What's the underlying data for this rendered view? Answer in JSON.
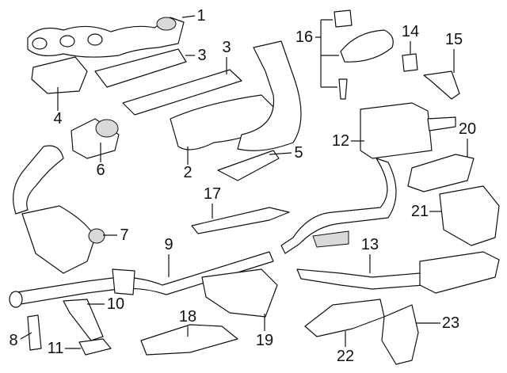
{
  "diagram": {
    "title": "Exhaust system parts diagram",
    "callouts": {
      "c1": "1",
      "c2": "2",
      "c3a": "3",
      "c3b": "3",
      "c4": "4",
      "c5": "5",
      "c6": "6",
      "c7": "7",
      "c8": "8",
      "c9": "9",
      "c10": "10",
      "c11": "11",
      "c12": "12",
      "c13": "13",
      "c14": "14",
      "c15": "15",
      "c16": "16",
      "c17": "17",
      "c18": "18",
      "c19": "19",
      "c20": "20",
      "c21": "21",
      "c22": "22",
      "c23": "23"
    }
  }
}
